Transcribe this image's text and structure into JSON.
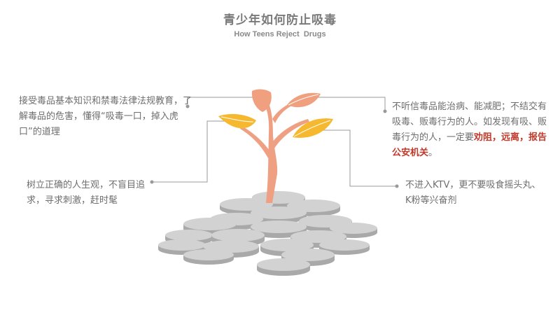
{
  "header": {
    "title": "青少年如何防止吸毒",
    "subtitle": "How Teens Reject  Drugs"
  },
  "tips": {
    "top_left": "接受毒品基本知识和禁毒法律法规教育，了解毒品的危害，懂得“吸毒一口，掉入虎口”的道理",
    "bottom_left": "树立正确的人生观，不盲目追求，寻求刺激，赶时髦",
    "top_right_before": "不听信毒品能治病、能减肥；不结交有吸毒、贩毒行为的人。如发现有吸、贩毒行为的人，一定要",
    "top_right_highlight": "劝阻，远离，报告公安机关",
    "top_right_after": "。",
    "bottom_right": "不进入KTV，更不要吸食摇头丸、K粉等兴奋剂"
  },
  "colors": {
    "text": "#6e6e6e",
    "highlight": "#c0392b",
    "stem": "#ef9f82",
    "leaf_orange": "#f1a07f",
    "leaf_yellow": "#f5b82e",
    "coin_top": "#d2d2d2",
    "coin_side": "#a9a9a9",
    "connector": "#999999"
  }
}
